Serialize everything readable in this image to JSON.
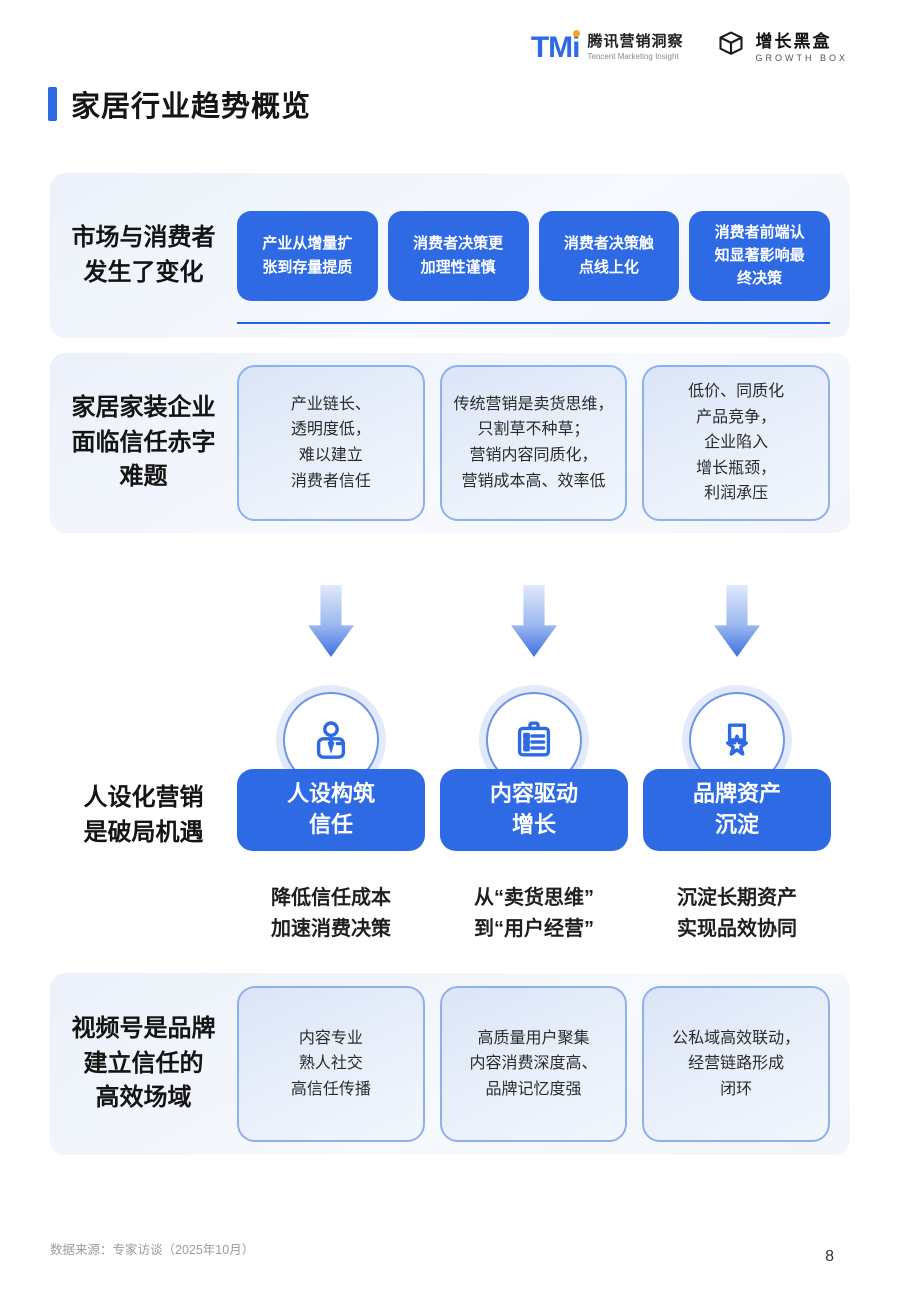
{
  "logos": {
    "tmi_mark": "TMi",
    "tmi_name_cn": "腾讯营销洞察",
    "tmi_name_en": "Tencent Marketing Insight",
    "growthbox_name_cn": "增长黑盒",
    "growthbox_name_en": "GROWTH BOX"
  },
  "title": "家居行业趋势概览",
  "sections": {
    "market_change": {
      "label": "市场与消费者\n发生了变化",
      "pills": [
        "产业从增量扩\n张到存量提质",
        "消费者决策更\n加理性谨慎",
        "消费者决策触\n点线上化",
        "消费者前端认\n知显著影响最\n终决策"
      ]
    },
    "trust_deficit": {
      "label": "家居家装企业\n面临信任赤字\n难题",
      "cards": [
        "产业链长、\n透明度低，\n难以建立\n消费者信任",
        "传统营销是卖货思维，\n只割草不种草；\n营销内容同质化，\n营销成本高、效率低",
        "低价、同质化\n产品竞争，\n企业陷入\n增长瓶颈，\n利润承压"
      ]
    },
    "persona_marketing": {
      "label": "人设化营销\n是破局机遇",
      "pillars": [
        {
          "icon": "person-icon",
          "title": "人设构筑\n信任",
          "caption": "降低信任成本\n加速消费决策"
        },
        {
          "icon": "content-list-icon",
          "title": "内容驱动\n增长",
          "caption": "从“卖货思维”\n到“用户经营”"
        },
        {
          "icon": "star-badge-icon",
          "title": "品牌资产\n沉淀",
          "caption": "沉淀长期资产\n实现品效协同"
        }
      ]
    },
    "video_channel": {
      "label": "视频号是品牌\n建立信任的\n高效场域",
      "cards": [
        "内容专业\n熟人社交\n高信任传播",
        "高质量用户聚集\n内容消费深度高、\n品牌记忆度强",
        "公私域高效联动，\n经营链路形成\n闭环"
      ]
    }
  },
  "footer": {
    "source_note": "数据来源：专家访谈（2025年10月）",
    "page_number": "8"
  },
  "colors": {
    "primary_blue": "#2d6ae3",
    "underline_blue": "#2563eb",
    "accent_orange": "#f5a623"
  }
}
